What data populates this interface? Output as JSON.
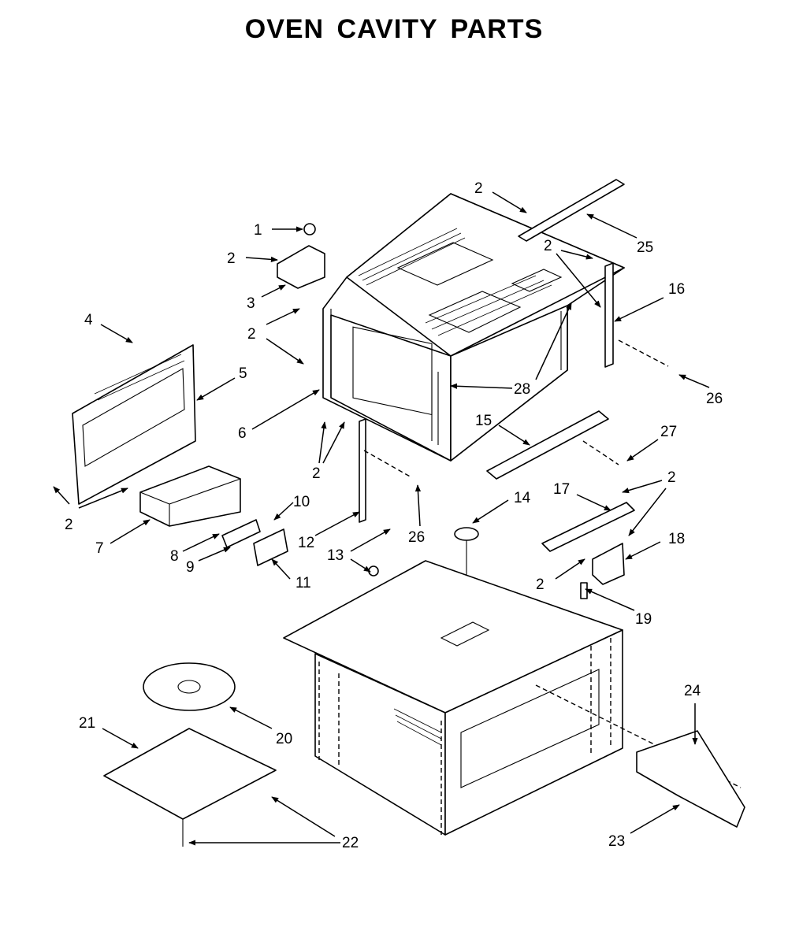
{
  "title": "OVEN CAVITY PARTS",
  "callouts": [
    {
      "id": "c1",
      "label": "1"
    },
    {
      "id": "c2a",
      "label": "2"
    },
    {
      "id": "c2b",
      "label": "2"
    },
    {
      "id": "c2c",
      "label": "2"
    },
    {
      "id": "c2d",
      "label": "2"
    },
    {
      "id": "c2e",
      "label": "2"
    },
    {
      "id": "c2f",
      "label": "2"
    },
    {
      "id": "c2g",
      "label": "2"
    },
    {
      "id": "c2h",
      "label": "2"
    },
    {
      "id": "c3",
      "label": "3"
    },
    {
      "id": "c4",
      "label": "4"
    },
    {
      "id": "c5",
      "label": "5"
    },
    {
      "id": "c6",
      "label": "6"
    },
    {
      "id": "c7",
      "label": "7"
    },
    {
      "id": "c8",
      "label": "8"
    },
    {
      "id": "c9",
      "label": "9"
    },
    {
      "id": "c10",
      "label": "10"
    },
    {
      "id": "c11",
      "label": "11"
    },
    {
      "id": "c12",
      "label": "12"
    },
    {
      "id": "c13",
      "label": "13"
    },
    {
      "id": "c14",
      "label": "14"
    },
    {
      "id": "c15",
      "label": "15"
    },
    {
      "id": "c16",
      "label": "16"
    },
    {
      "id": "c17",
      "label": "17"
    },
    {
      "id": "c18",
      "label": "18"
    },
    {
      "id": "c19",
      "label": "19"
    },
    {
      "id": "c20",
      "label": "20"
    },
    {
      "id": "c21",
      "label": "21"
    },
    {
      "id": "c22",
      "label": "22"
    },
    {
      "id": "c23",
      "label": "23"
    },
    {
      "id": "c24",
      "label": "24"
    },
    {
      "id": "c25",
      "label": "25"
    },
    {
      "id": "c26a",
      "label": "26"
    },
    {
      "id": "c26b",
      "label": "26"
    },
    {
      "id": "c27",
      "label": "27"
    },
    {
      "id": "c28",
      "label": "28"
    }
  ]
}
